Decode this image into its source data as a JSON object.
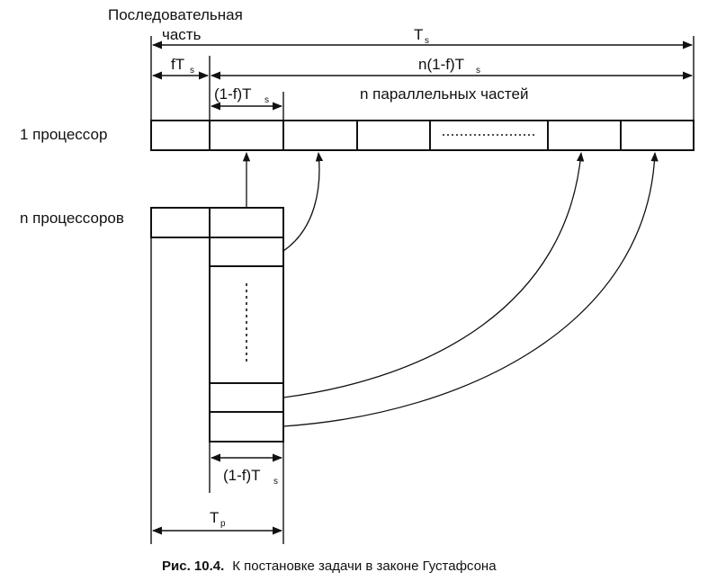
{
  "labels": {
    "seq_part_line1": "Последовательная",
    "seq_part_line2": "часть",
    "ts": "T",
    "ts_sub": "s",
    "f_ts": "fT",
    "f_ts_sub": "s",
    "n_1f_ts": "n(1-f)T",
    "n_1f_ts_sub": "s",
    "one_minus_f_ts_top": "(1-f)T",
    "one_minus_f_ts_top_sub": "s",
    "n_parallel_parts": "n параллельных частей",
    "one_processor": "1 процессор",
    "n_processors": "n процессоров",
    "one_minus_f_ts_bottom": "(1-f)T",
    "one_minus_f_ts_bottom_sub": "s",
    "tp": "T",
    "tp_sub": "p"
  },
  "caption": {
    "prefix": "Рис. 10.4.",
    "text": "К постановке задачи в законе Густафсона"
  },
  "colors": {
    "ink": "#111111",
    "background": "#ffffff"
  }
}
